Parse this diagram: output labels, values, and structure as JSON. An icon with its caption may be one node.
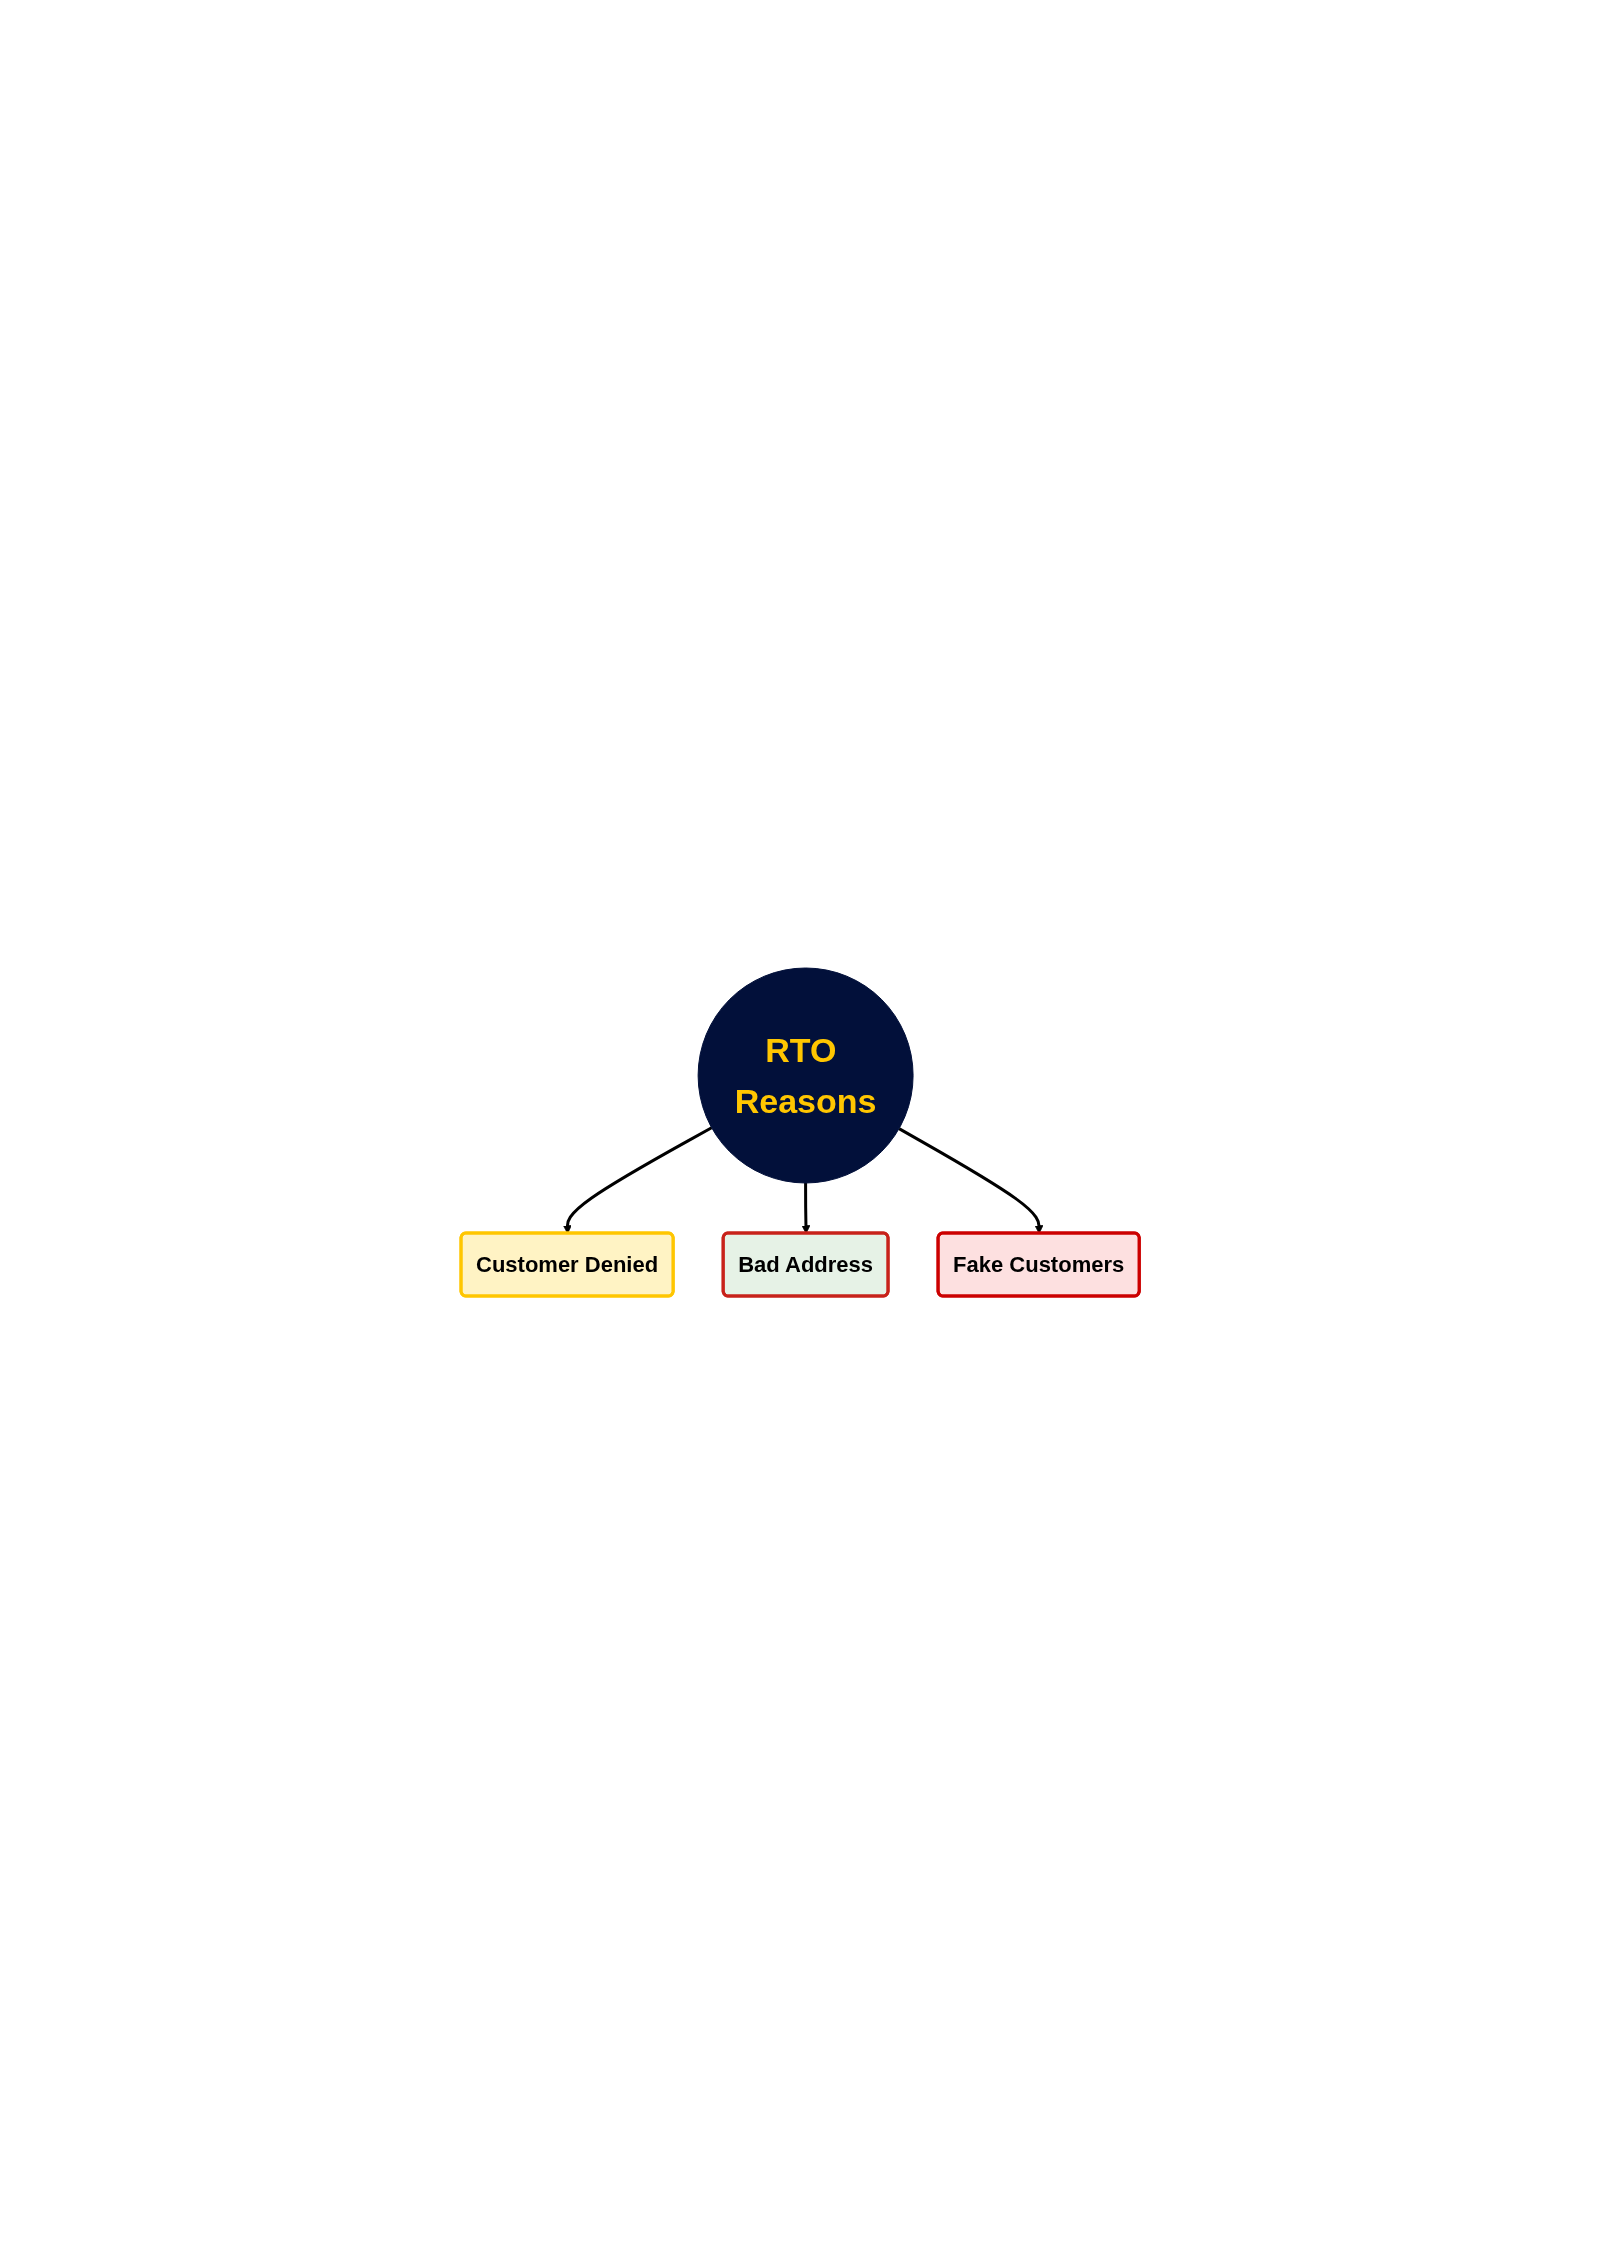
{
  "diagram": {
    "nodes": [
      {
        "text": [
          "Customer Denied"
        ]
      },
      {
        "text": [
          "RTO Reasons"
        ]
      },
      {
        "text": [
          "Bad Address"
        ]
      },
      {
        "text": [
          "Fake Customers"
        ]
      }
    ],
    "edges": [
      {
        "from": 1,
        "to": 0,
        "arrow": "to"
      },
      {
        "from": 1,
        "to": 2,
        "arrow": "to"
      },
      {
        "from": 1,
        "to": 3,
        "arrow": "to"
      }
    ]
  }
}
